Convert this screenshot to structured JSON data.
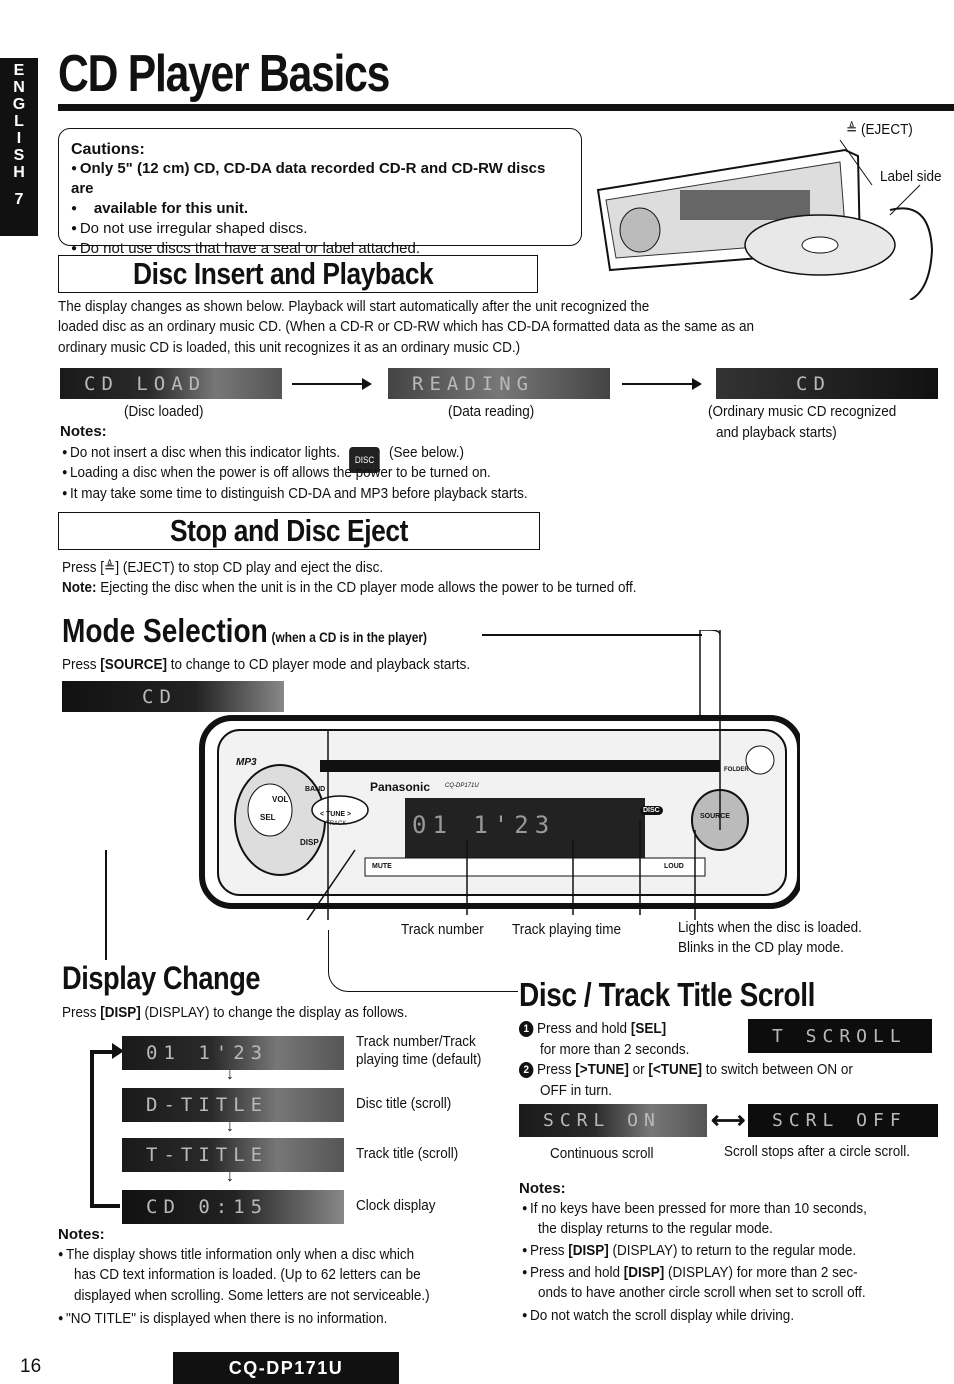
{
  "side_tab": {
    "letters": [
      "E",
      "N",
      "G",
      "L",
      "I",
      "S",
      "H"
    ],
    "page_num": "7"
  },
  "title": "CD Player Basics",
  "cautions": {
    "heading": "Cautions:",
    "items": [
      "Only 5\" (12 cm) CD, CD-DA data recorded CD-R and CD-RW discs are",
      "available for this unit.",
      "Do not use irregular shaped discs.",
      "Do not use discs that have a seal or label attached."
    ]
  },
  "eject_label": "≜ (EJECT)",
  "label_side": "Label side",
  "disc_insert": {
    "title": "Disc Insert and Playback",
    "para": [
      "The display changes as shown below. Playback will start automatically after the unit recognized the",
      "loaded disc as an ordinary music CD. (When a CD-R or CD-RW which has CD-DA formatted data as the same as an",
      "ordinary music CD is loaded, this unit recognizes it as an ordinary music CD.)"
    ],
    "lcd1": "CD LOAD",
    "lcd2": "READING",
    "lcd3": "CD",
    "cap1": "(Disc loaded)",
    "cap2": "(Data reading)",
    "cap3a": "(Ordinary music CD recognized",
    "cap3b": "and playback starts)",
    "notes_h": "Notes:",
    "note1a": "Do not insert a disc when this indicator lights.",
    "note1b": "(See below.)",
    "note2": "Loading a disc when the power is off allows the power to be turned on.",
    "note3": "It may take some time to distinguish CD-DA and MP3 before playback starts."
  },
  "stop_eject": {
    "title": "Stop and Disc Eject",
    "p1": "Press [≜] (EJECT) to stop CD play and eject the disc.",
    "note_label": "Note:",
    "note": "Ejecting the disc when the unit is in the CD player mode allows the power to be turned off."
  },
  "mode": {
    "title": "Mode Selection",
    "sub": "(when a CD is in the player)",
    "p_pre": "Press",
    "p_key": "[SOURCE]",
    "p_post": "to change to CD player mode and playback starts.",
    "lcd": "CD"
  },
  "unit": {
    "brand": "Panasonic",
    "model": "CQ-DP171U",
    "lcd": "01  1'23",
    "labels": {
      "mp3": "MP3",
      "vol": "VOL",
      "sel": "SEL",
      "disp": "DISP",
      "band": "BAND",
      "tune": "< TUNE >",
      "track": "TRACK",
      "source": "SOURCE",
      "folder": "FOLDER",
      "mute": "MUTE",
      "loud": "LOUD",
      "disc": "DISC"
    },
    "cap_track": "Track number",
    "cap_time": "Track playing time",
    "cap_light1": "Lights when the disc is loaded.",
    "cap_light2": "Blinks in the CD play mode."
  },
  "display_change": {
    "title": "Display Change",
    "p_pre": "Press",
    "p_key": "[DISP]",
    "p_post": "(DISPLAY) to change the display as follows.",
    "rows": [
      {
        "lcd": "01  1'23",
        "label1": "Track number/Track",
        "label2": "playing time (default)"
      },
      {
        "lcd": "D-TITLE",
        "label1": "Disc title (scroll)",
        "label2": ""
      },
      {
        "lcd": "T-TITLE",
        "label1": "Track title (scroll)",
        "label2": ""
      },
      {
        "lcd": "CD  0:15",
        "label1": "Clock display",
        "label2": ""
      }
    ],
    "notes_h": "Notes:",
    "note1": [
      "The display shows title information only when a disc which",
      "has CD text information is loaded. (Up to 62 letters can be",
      "displayed when scrolling. Some letters are not serviceable.)"
    ],
    "note2": "\"NO TITLE\" is displayed when there is no information."
  },
  "scroll": {
    "title": "Disc / Track Title Scroll",
    "step1_num": "1",
    "step1_a": "Press and hold",
    "step1_key": "[SEL]",
    "step1_b": "for more than 2 seconds.",
    "lcd_t": "T SCROLL",
    "step2_num": "2",
    "step2_a": "Press",
    "step2_k1": "[>TUNE]",
    "step2_or": "or",
    "step2_k2": "[<TUNE]",
    "step2_b": "to switch between ON or",
    "step2_c": "OFF in turn.",
    "lcd_on": "SCRL ON",
    "lcd_off": "SCRL OFF",
    "dbl_arrow": "⟷",
    "cap_on": "Continuous scroll",
    "cap_off": "Scroll stops after a circle scroll.",
    "notes_h": "Notes:",
    "n1": [
      "If no keys have been pressed for more than 10 seconds,",
      "the display returns to the regular mode."
    ],
    "n2_pre": "Press",
    "n2_key": "[DISP]",
    "n2_post": "(DISPLAY) to return to the regular mode.",
    "n3_pre": "Press and hold",
    "n3_key": "[DISP]",
    "n3_post": "(DISPLAY) for more than 2 sec-",
    "n3_b": "onds to have another circle scroll when set to scroll off.",
    "n4": "Do not watch the scroll display while driving."
  },
  "footer": {
    "page": "16",
    "model": "CQ-DP171U"
  }
}
